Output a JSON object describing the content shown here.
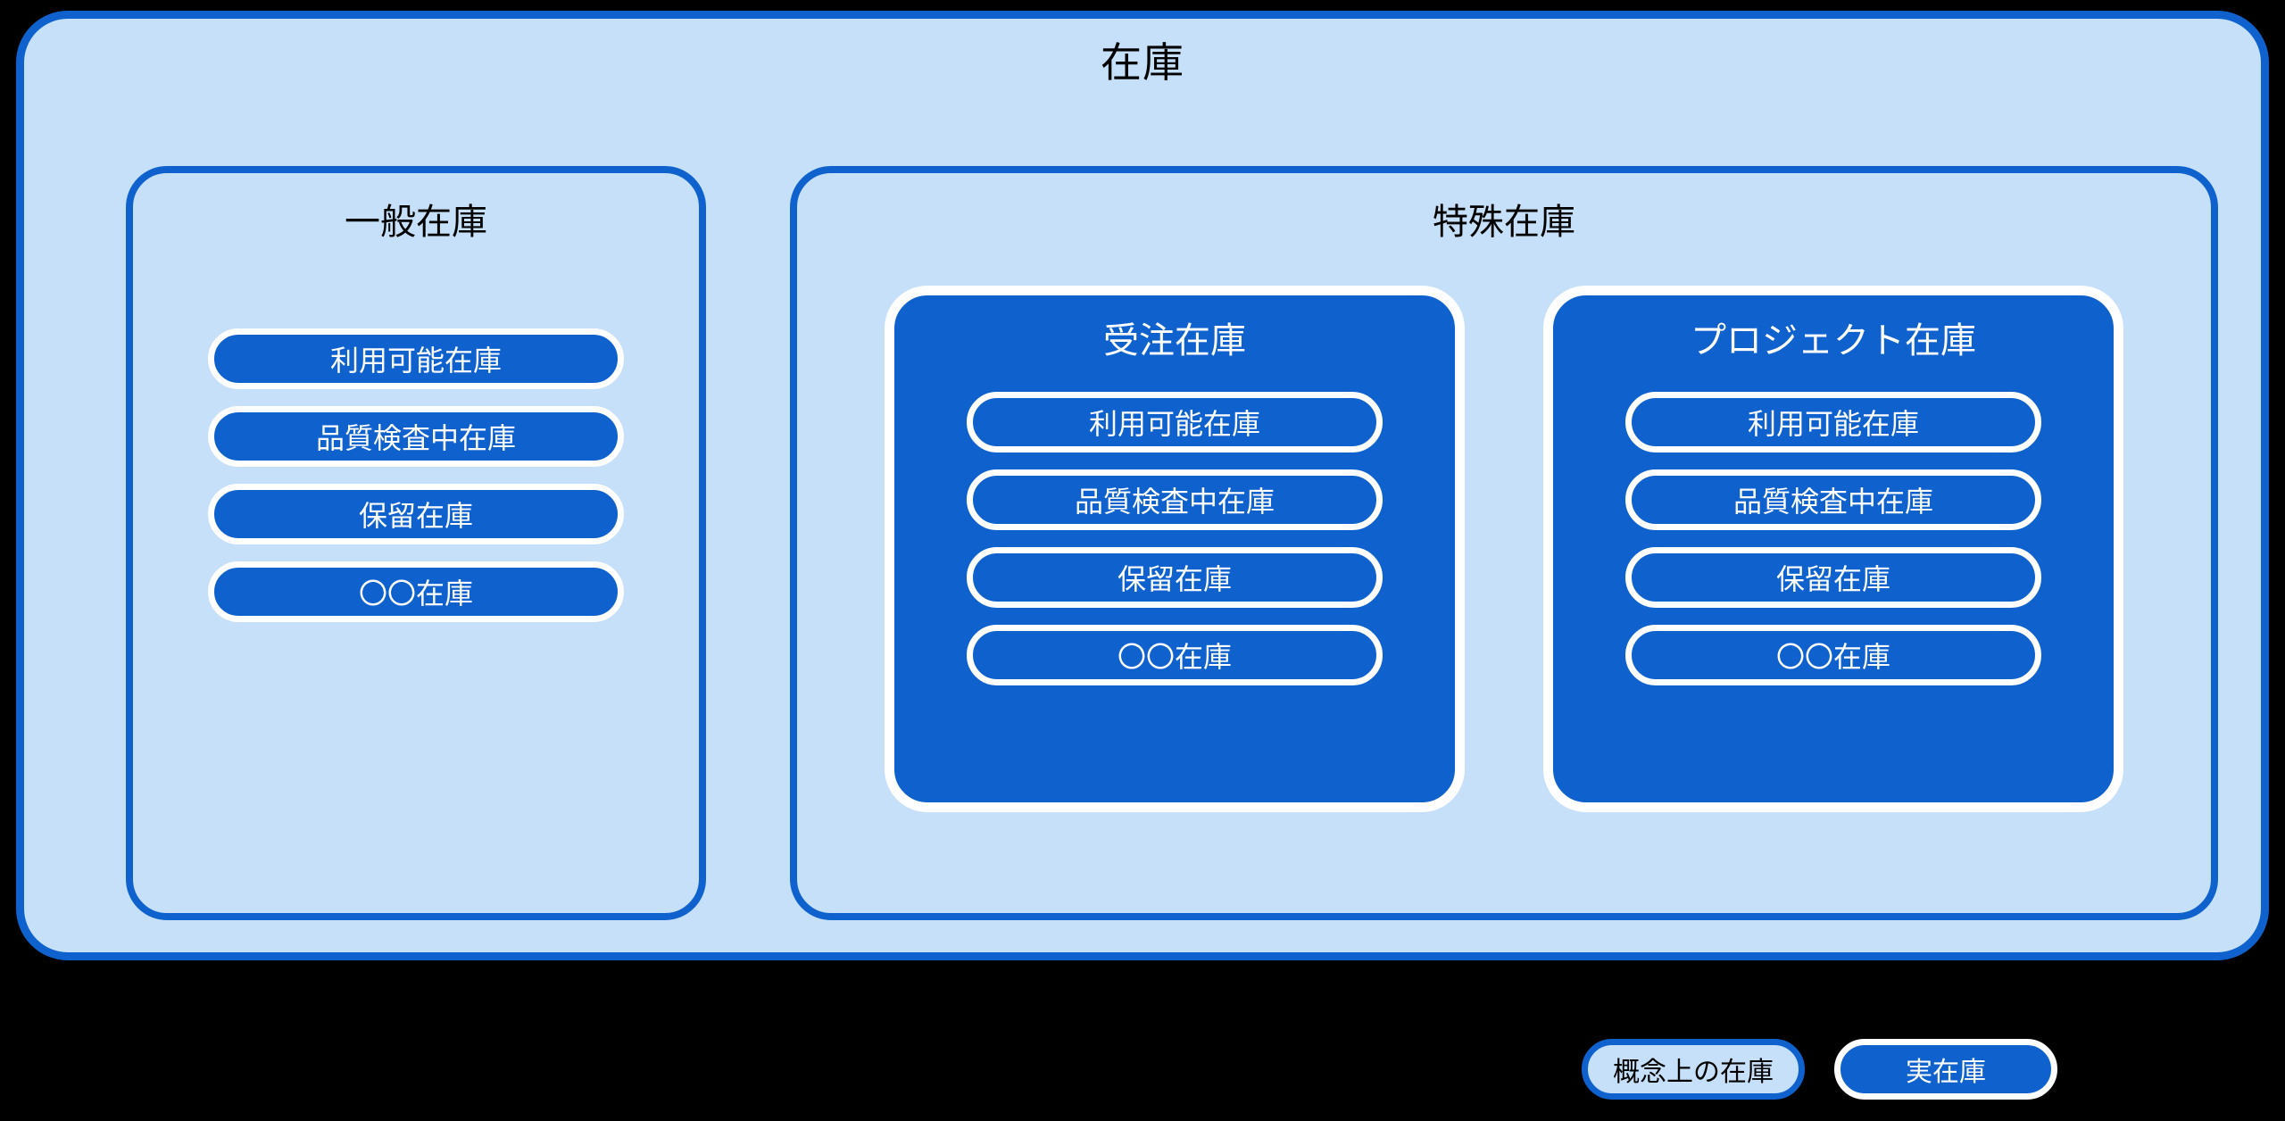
{
  "diagram": {
    "title": "在庫",
    "colors": {
      "conceptual_fill": "#c5e0f8",
      "conceptual_border": "#0f62ce",
      "real_fill": "#0f62ce",
      "real_border": "#ffffff",
      "text_dark": "#000000",
      "text_light": "#ffffff",
      "canvas": "#000000"
    },
    "general": {
      "title": "一般在庫",
      "items": [
        {
          "label": "利用可能在庫"
        },
        {
          "label": "品質検査中在庫"
        },
        {
          "label": "保留在庫"
        },
        {
          "label": "〇〇在庫"
        }
      ]
    },
    "special": {
      "title": "特殊在庫",
      "groups": [
        {
          "title": "受注在庫",
          "items": [
            {
              "label": "利用可能在庫"
            },
            {
              "label": "品質検査中在庫"
            },
            {
              "label": "保留在庫"
            },
            {
              "label": "〇〇在庫"
            }
          ]
        },
        {
          "title": "プロジェクト在庫",
          "items": [
            {
              "label": "利用可能在庫"
            },
            {
              "label": "品質検査中在庫"
            },
            {
              "label": "保留在庫"
            },
            {
              "label": "〇〇在庫"
            }
          ]
        }
      ]
    },
    "legend": {
      "conceptual_label": "概念上の在庫",
      "real_label": "実在庫"
    }
  }
}
